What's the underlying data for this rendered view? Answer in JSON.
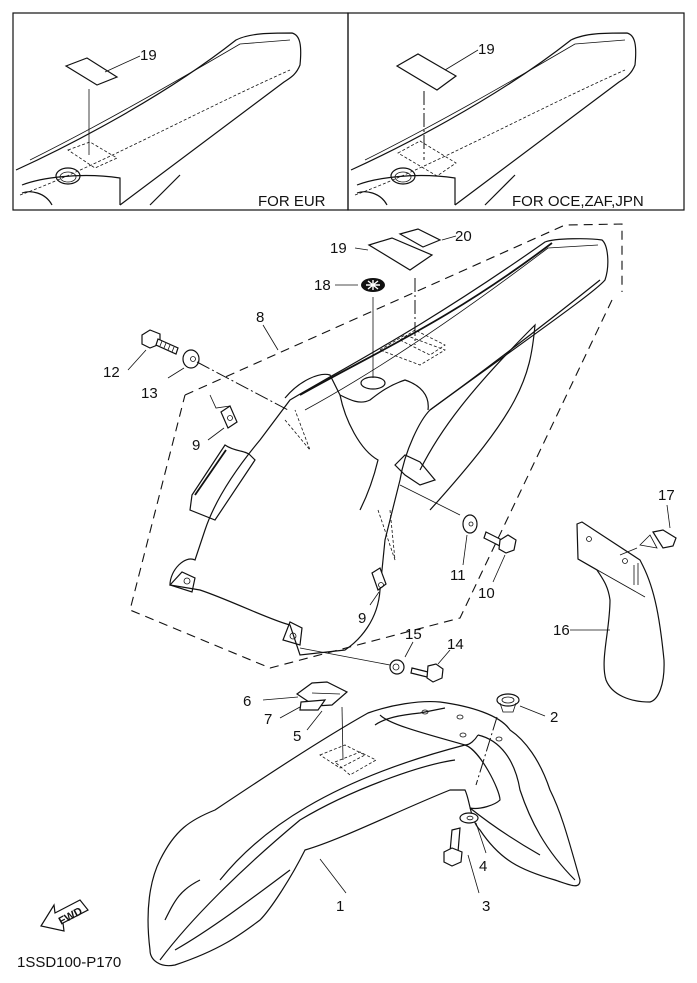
{
  "diagram": {
    "type": "exploded-parts-diagram",
    "reference_code": "1SSD100-P170",
    "direction_indicator": "FWD",
    "insets": [
      {
        "region_label": "FOR EUR",
        "callouts": [
          "19"
        ]
      },
      {
        "region_label": "FOR OCE,ZAF,JPN",
        "callouts": [
          "19"
        ]
      }
    ],
    "callouts": {
      "c1": "1",
      "c2a": "2",
      "c3": "3",
      "c4": "4",
      "c5": "5",
      "c6": "6",
      "c7": "7",
      "c8": "8",
      "c9a": "9",
      "c9b": "9",
      "c10": "10",
      "c11": "11",
      "c12": "12",
      "c13": "13",
      "c14": "14",
      "c15": "15",
      "c16": "16",
      "c17": "17",
      "c18": "18",
      "c19": "19",
      "c20": "20"
    },
    "parts": [
      {
        "number": "1",
        "name": "front fender"
      },
      {
        "number": "2",
        "name": "collar"
      },
      {
        "number": "3",
        "name": "bolt"
      },
      {
        "number": "4",
        "name": "washer"
      },
      {
        "number": "5",
        "name": "label"
      },
      {
        "number": "6",
        "name": "label"
      },
      {
        "number": "7",
        "name": "label"
      },
      {
        "number": "8",
        "name": "rear fender assembly"
      },
      {
        "number": "9",
        "name": "nut"
      },
      {
        "number": "10",
        "name": "bolt"
      },
      {
        "number": "11",
        "name": "washer"
      },
      {
        "number": "12",
        "name": "bolt"
      },
      {
        "number": "13",
        "name": "washer"
      },
      {
        "number": "14",
        "name": "bolt"
      },
      {
        "number": "15",
        "name": "collar"
      },
      {
        "number": "16",
        "name": "flap"
      },
      {
        "number": "17",
        "name": "screw"
      },
      {
        "number": "18",
        "name": "grommet"
      },
      {
        "number": "19",
        "name": "label"
      },
      {
        "number": "20",
        "name": "label"
      }
    ]
  }
}
